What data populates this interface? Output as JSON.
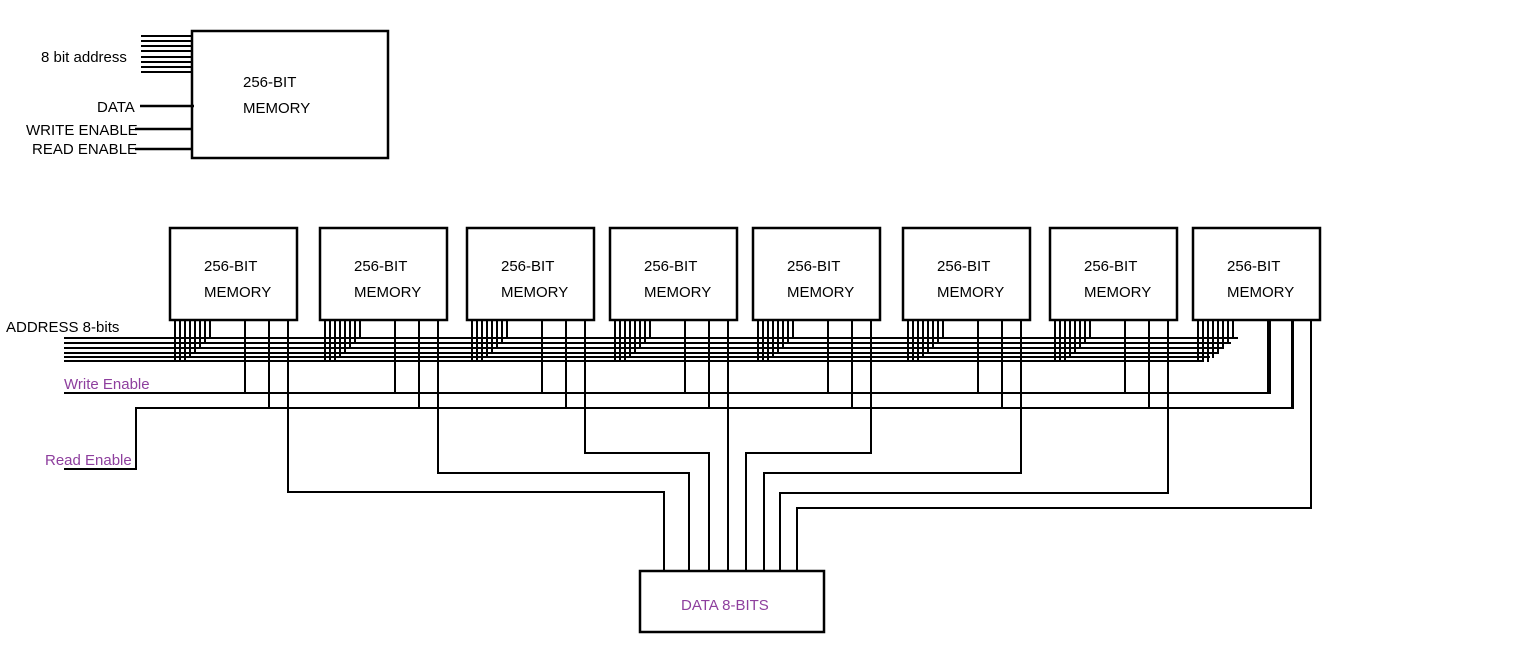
{
  "single_module": {
    "chip_line1": "256-BIT",
    "chip_line2": "MEMORY",
    "address_label": "8 bit address",
    "data_label": "DATA",
    "write_enable_label": "WRITE ENABLE",
    "read_enable_label": "READ ENABLE"
  },
  "bank": {
    "chip_line1": "256-BIT",
    "chip_line2": "MEMORY",
    "chip_count": 8,
    "address_bus_label": "ADDRESS 8-bits",
    "write_enable_label": "Write Enable",
    "read_enable_label": "Read Enable",
    "data_bus_label": "DATA 8-BITS"
  },
  "colors": {
    "line": "#000000",
    "control_label": "#8e3f9e"
  }
}
